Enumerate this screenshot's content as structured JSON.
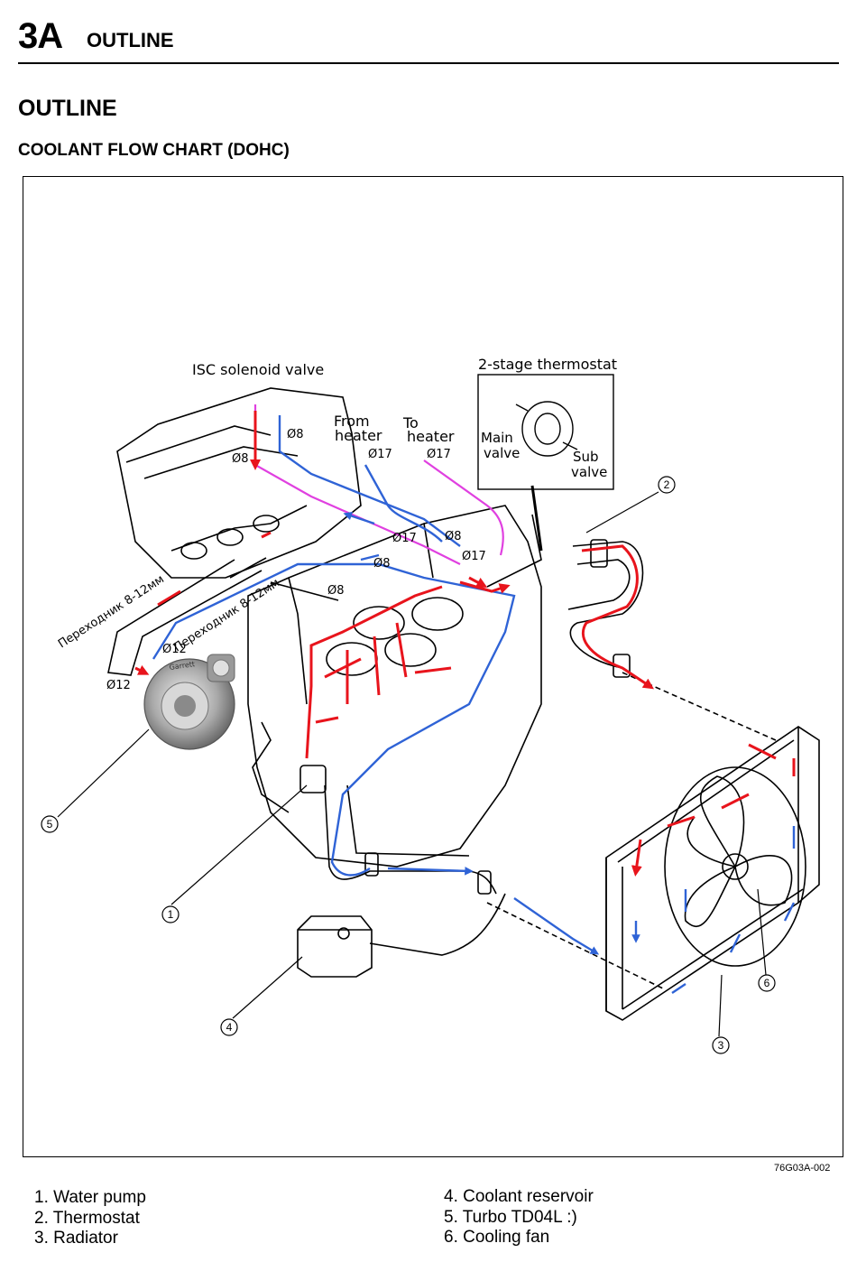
{
  "header": {
    "section_number": "3A",
    "section_title": "OUTLINE"
  },
  "page_heading": "OUTLINE",
  "subheading": "COOLANT FLOW CHART (DOHC)",
  "diagram": {
    "labels": {
      "isc_valve": "ISC solenoid valve",
      "thermostat_title": "2-stage thermostat",
      "main_valve_1": "Main",
      "main_valve_2": "valve",
      "sub_valve_1": "Sub",
      "sub_valve_2": "valve",
      "from_heater_1": "From",
      "from_heater_2": "heater",
      "to_heater_1": "To",
      "to_heater_2": "heater",
      "d8_a": "Ø8",
      "d8_b": "Ø8",
      "d8_c": "Ø8",
      "d8_d": "Ø8",
      "d8_e": "Ø8",
      "d17_a": "Ø17",
      "d17_b": "Ø17",
      "d17_c": "Ø17",
      "d17_d": "Ø17",
      "d12_a": "Ø12",
      "d12_b": "Ø12",
      "adapter_a": "Переходник 8-12мм",
      "adapter_b": "Переходник 8-12мм",
      "turbo_brand": "Garrett"
    },
    "callouts": [
      "1",
      "2",
      "3",
      "4",
      "5",
      "6"
    ],
    "figure_code": "76G03A-002",
    "colors": {
      "hot_flow": "#e8141c",
      "cold_flow": "#2f63d6",
      "heater_line": "#e040e0",
      "line": "#000000"
    }
  },
  "legend": {
    "left": [
      "1. Water pump",
      "2. Thermostat",
      "3. Radiator"
    ],
    "right": [
      "4. Coolant reservoir",
      "5. Turbo TD04L :)",
      "6. Cooling fan"
    ]
  }
}
